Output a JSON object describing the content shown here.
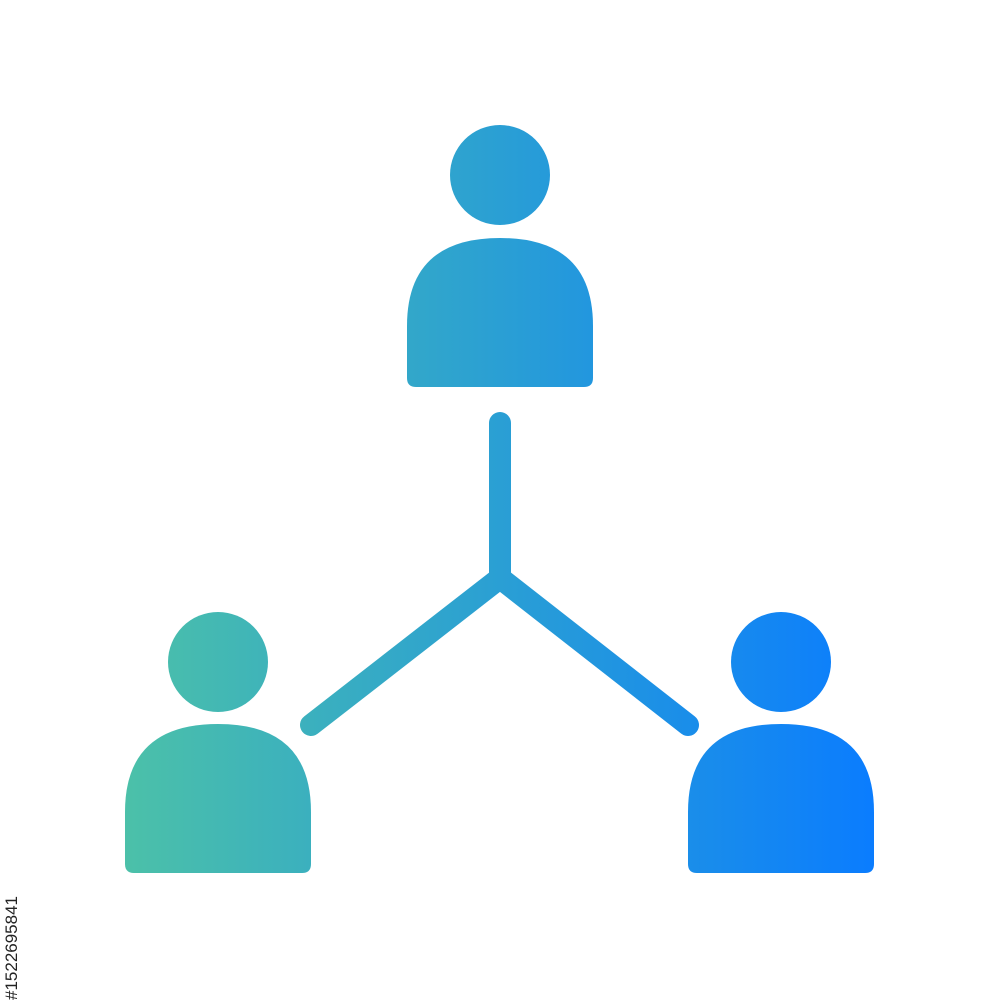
{
  "image": {
    "icon_name": "team-network-icon",
    "stock_id": "#1522695841",
    "colors": {
      "gradient_start": "#4CC1A8",
      "gradient_mid": "#2A9FD4",
      "gradient_end": "#0A7CFF",
      "background": "#FFFFFF"
    },
    "people": [
      {
        "role": "top"
      },
      {
        "role": "bottom-left"
      },
      {
        "role": "bottom-right"
      }
    ]
  }
}
